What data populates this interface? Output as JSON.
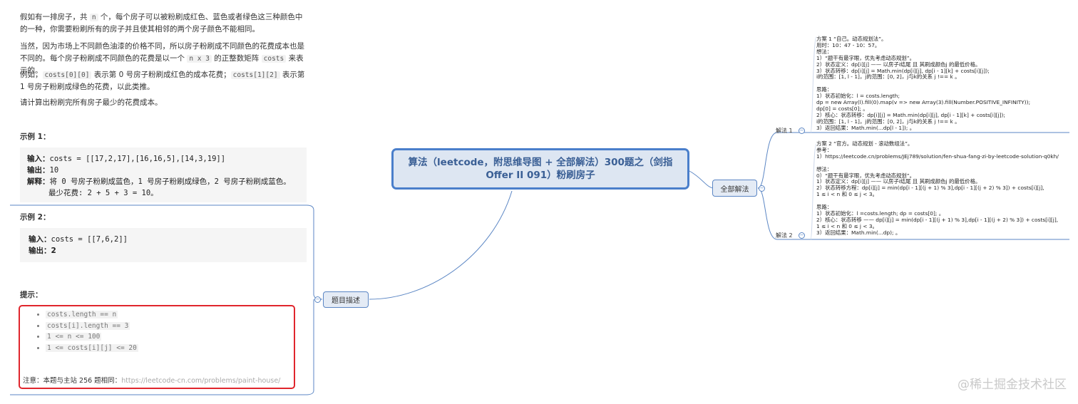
{
  "problem": {
    "paragraphs": [
      [
        "假如有一排房子，共 ",
        {
          "code": "n"
        },
        " 个，每个房子可以被粉刷成红色、蓝色或者绿色这三种颜色中的一种，你需要粉刷所有的房子并且使其相邻的两个房子颜色不能相同。"
      ],
      [
        "当然，因为市场上不同颜色油漆的价格不同，所以房子粉刷成不同颜色的花费成本也是不同的。每个房子粉刷成不同颜色的花费是以一个 ",
        {
          "code": "n x 3"
        },
        " 的正整数矩阵 ",
        {
          "code": "costs"
        },
        " 来表示的。"
      ],
      [
        "例如，",
        {
          "code": "costs[0][0]"
        },
        " 表示第 0 号房子粉刷成红色的成本花费；",
        {
          "code": "costs[1][2]"
        },
        " 表示第 1 号房子粉刷成绿色的花费，以此类推。"
      ],
      [
        "请计算出粉刷完所有房子最少的花费成本。"
      ]
    ],
    "example1": {
      "title": "示例 1：",
      "input_label": "输入：",
      "input": "costs = [[17,2,17],[16,16,5],[14,3,19]]",
      "output_label": "输出：",
      "output": "10",
      "explain_label": "解释：",
      "explain": "将 0 号房子粉刷成蓝色，1 号房子粉刷成绿色，2 号房子粉刷成蓝色。",
      "explain2": "最少花费: 2 + 5 + 3 = 10。"
    },
    "example2": {
      "title": "示例 2：",
      "input_label": "输入：",
      "input": "costs = [[7,6,2]]",
      "output_label": "输出：",
      "output": "2"
    },
    "hints_title": "提示：",
    "hints": [
      "costs.length == n",
      "costs[i].length == 3",
      "1 <= n <= 100",
      "1 <= costs[i][j] <= 20"
    ],
    "note": "注意：本题与主站 256 题相同：",
    "note_url": "https://leetcode-cn.com/problems/paint-house/"
  },
  "mindmap": {
    "central": "算法（leetcode，附思维导图 + 全部解法）300题之（剑指 Offer II 091）粉刷房子",
    "left_node": "题目描述",
    "right_node": "全部解法",
    "solution1_label": "解法 1",
    "solution2_label": "解法 2",
    "solution1_lines": [
      "方案 1 “自己。动态规划法”。",
      "用时：10：47 - 10：57。",
      "想法：",
      "1）“题干有最字眼，优先考虑动态规划”。",
      "2）状态定义：dp[i][j] —— 以房子i结尾 且 其刷成颜色j 的最低价格。",
      "3）状态转移：dp[i][j] = Math.min(dp[i][j], dp[i - 1][k] + costs[i][j]);",
      "i的范围：[1, l - 1]，j的范围：[0, 2]，j与k的关系 j !== k 。",
      "",
      "思路：",
      "1）状态初始化：l = costs.length;",
      "dp = new Array(l).fill(0).map(v => new Array(3).fill(Number.POSITIVE_INFINITY));",
      "dp[0] = costs[0]; 。",
      "2）核心：状态转移：dp[i][j] = Math.min(dp[i][j], dp[i - 1][k] + costs[i][j]);",
      "i的范围：[1, l - 1]，j的范围：[0, 2]，j与k的关系 j !== k 。",
      "3）返回结果：Math.min(...dp[l - 1]); 。"
    ],
    "solution2_lines": [
      "方案 2 “官方。动态规划 - 滚动数组法”。",
      "参考：",
      "1）https://leetcode.cn/problems/JEj789/solution/fen-shua-fang-zi-by-leetcode-solution-q0kh/",
      "",
      "想法：",
      "0）“题干有最字眼，优先考虑动态规划”。",
      "1）状态定义：dp[i][j] —— 以房子i结尾 且 其刷成颜色j 的最低价格。",
      "2）状态转移方程：dp[i][j] = min(dp[i - 1][(j + 1) % 3],dp[i - 1][(j + 2) % 3]) + costs[i][j],",
      "1 ≤ i < n 和 0 ≤ j < 3。",
      "",
      "思路：",
      "1）状态初始化：l =costs.length; dp = costs[0]; 。",
      "2）核心：状态转移 —— dp[i][j] = min(dp[i - 1][(j + 1) % 3],dp[i - 1][(j + 2) % 3]) + costs[i][j],",
      "1 ≤ i < n 和 0 ≤ j < 3。",
      "3）返回结果：Math.min(...dp); 。"
    ]
  },
  "watermark": "@稀土掘金技术社区",
  "colors": {
    "accent": "#4a7fcb",
    "hint_border": "#e0262d",
    "node_fill": "#e4ebf5"
  }
}
